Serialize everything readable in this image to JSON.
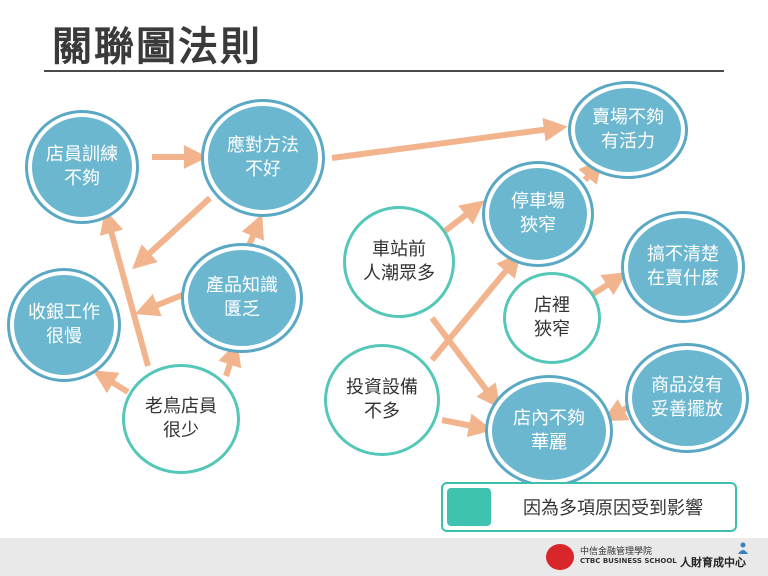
{
  "title": "關聯圖法則",
  "nodes": {
    "n_staff_training": "店員訓練\n不夠",
    "n_response": "應對方法\n不好",
    "n_store_dull": "賣場不夠\n有活力",
    "n_parking": "停車場\n狹窄",
    "n_station": "車站前\n人潮眾多",
    "n_unclear": "搞不清楚\n在賣什麼",
    "n_cashier": "收銀工作\n很慢",
    "n_knowledge": "產品知識\n匱乏",
    "n_store_narrow": "店裡\n狹窄",
    "n_investment": "投資設備\n不多",
    "n_products": "商品沒有\n妥善擺放",
    "n_veteran": "老鳥店員\n很少",
    "n_not_gorgeous": "店內不夠\n華麗"
  },
  "legend": {
    "text": "因為多項原因受到影響"
  },
  "colors": {
    "filled_node": "#6bb7d0",
    "outline_node": "#55c7b9",
    "arrow": "#f2b48c",
    "legend": "#3fc3b0"
  },
  "footer": {
    "logo_cn": "中信金融管理學院",
    "logo_en": "CTBC BUSINESS SCHOOL",
    "logo_right": "人財育成中心"
  }
}
